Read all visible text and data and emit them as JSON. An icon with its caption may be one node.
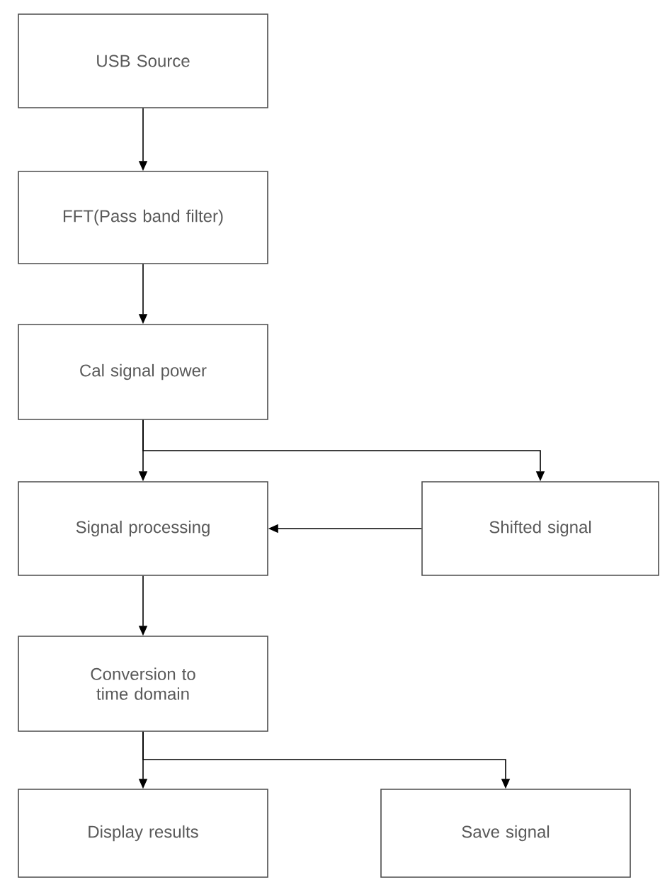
{
  "diagram": {
    "nodes": [
      {
        "text": [
          "USB Source"
        ]
      },
      {
        "text": [
          "FFT(Pass band filter)"
        ]
      },
      {
        "text": [
          "Cal signal power"
        ]
      },
      {
        "text": [
          "Signal processing"
        ]
      },
      {
        "text": [
          "Shifted signal"
        ]
      },
      {
        "text": [
          "Conversion to time domain"
        ]
      },
      {
        "text": [
          "Display results"
        ]
      },
      {
        "text": [
          "Save signal"
        ]
      }
    ],
    "edges": [
      {
        "from": 0,
        "to": 1,
        "arrow": "to"
      },
      {
        "from": 1,
        "to": 2,
        "arrow": "to"
      },
      {
        "from": 2,
        "to": 3,
        "arrow": "to"
      },
      {
        "from": 2,
        "to": 4,
        "arrow": "to"
      },
      {
        "from": 4,
        "to": 3,
        "arrow": "to"
      },
      {
        "from": 3,
        "to": 5,
        "arrow": "to"
      },
      {
        "from": 5,
        "to": 6,
        "arrow": "to"
      },
      {
        "from": 5,
        "to": 7,
        "arrow": "to"
      }
    ]
  }
}
